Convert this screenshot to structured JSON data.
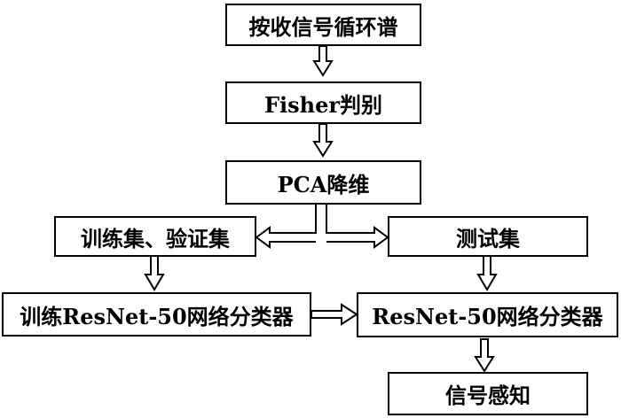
{
  "nodes": {
    "receive": "按收信号循环谱",
    "fisher": "Fisher判别",
    "pca": "PCA降维",
    "train_val": "训练集、验证集",
    "test": "测试集",
    "train_resnet": "训练ResNet-50网络分类器",
    "resnet": "ResNet-50网络分类器",
    "perception": "信号感知"
  }
}
